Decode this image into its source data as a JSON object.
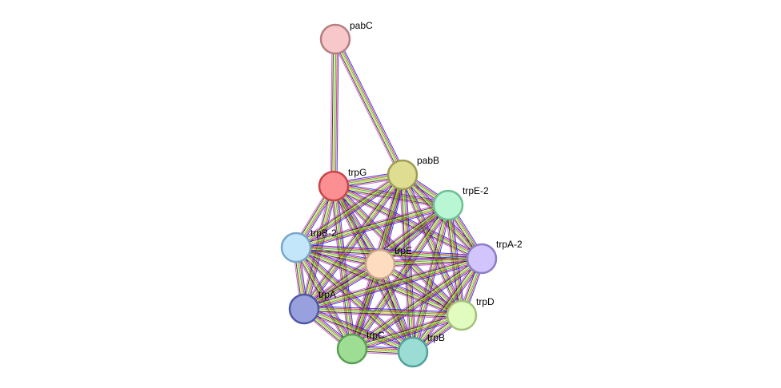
{
  "network": {
    "edge_colors": [
      "#1a1aff",
      "#e52020",
      "#22bb22",
      "#cccc22",
      "#222222",
      "#cc44cc"
    ],
    "nodes": [
      {
        "id": "pabC",
        "label": "pabC",
        "fill": "#f8c7c9",
        "stroke": "#b57f82"
      },
      {
        "id": "pabB",
        "label": "pabB",
        "fill": "#dedd91",
        "stroke": "#9e9d55"
      },
      {
        "id": "trpG",
        "label": "trpG",
        "fill": "#fb8f91",
        "stroke": "#c8454a"
      },
      {
        "id": "trpE-2",
        "label": "trpE-2",
        "fill": "#b9f6d4",
        "stroke": "#6bbf92"
      },
      {
        "id": "trpB-2",
        "label": "trpB-2",
        "fill": "#c3e6fb",
        "stroke": "#7aa6c7"
      },
      {
        "id": "trpE",
        "label": "trpE",
        "fill": "#fddcc0",
        "stroke": "#c9a487"
      },
      {
        "id": "trpA-2",
        "label": "trpA-2",
        "fill": "#d2c4fd",
        "stroke": "#8e7cc4"
      },
      {
        "id": "trpA",
        "label": "trpA",
        "fill": "#99a0de",
        "stroke": "#4f58a6"
      },
      {
        "id": "trpD",
        "label": "trpD",
        "fill": "#e2fcc0",
        "stroke": "#a2c37c"
      },
      {
        "id": "trpC",
        "label": "trpC",
        "fill": "#9ddd94",
        "stroke": "#5a9f52"
      },
      {
        "id": "trpB",
        "label": "trpB",
        "fill": "#9bdcd5",
        "stroke": "#4ea39a"
      }
    ],
    "edges": [
      [
        "pabC",
        "trpG"
      ],
      [
        "pabC",
        "pabB"
      ],
      [
        "trpG",
        "pabB"
      ],
      [
        "trpG",
        "trpE-2"
      ],
      [
        "trpG",
        "trpB-2"
      ],
      [
        "trpG",
        "trpE"
      ],
      [
        "trpG",
        "trpA-2"
      ],
      [
        "trpG",
        "trpA"
      ],
      [
        "trpG",
        "trpD"
      ],
      [
        "trpG",
        "trpC"
      ],
      [
        "trpG",
        "trpB"
      ],
      [
        "pabB",
        "trpE-2"
      ],
      [
        "pabB",
        "trpB-2"
      ],
      [
        "pabB",
        "trpE"
      ],
      [
        "pabB",
        "trpA-2"
      ],
      [
        "pabB",
        "trpA"
      ],
      [
        "pabB",
        "trpD"
      ],
      [
        "pabB",
        "trpC"
      ],
      [
        "pabB",
        "trpB"
      ],
      [
        "trpE-2",
        "trpB-2"
      ],
      [
        "trpE-2",
        "trpE"
      ],
      [
        "trpE-2",
        "trpA-2"
      ],
      [
        "trpE-2",
        "trpA"
      ],
      [
        "trpE-2",
        "trpD"
      ],
      [
        "trpE-2",
        "trpC"
      ],
      [
        "trpE-2",
        "trpB"
      ],
      [
        "trpB-2",
        "trpE"
      ],
      [
        "trpB-2",
        "trpA-2"
      ],
      [
        "trpB-2",
        "trpA"
      ],
      [
        "trpB-2",
        "trpD"
      ],
      [
        "trpB-2",
        "trpC"
      ],
      [
        "trpB-2",
        "trpB"
      ],
      [
        "trpE",
        "trpA-2"
      ],
      [
        "trpE",
        "trpA"
      ],
      [
        "trpE",
        "trpD"
      ],
      [
        "trpE",
        "trpC"
      ],
      [
        "trpE",
        "trpB"
      ],
      [
        "trpA-2",
        "trpA"
      ],
      [
        "trpA-2",
        "trpD"
      ],
      [
        "trpA-2",
        "trpC"
      ],
      [
        "trpA-2",
        "trpB"
      ],
      [
        "trpA",
        "trpD"
      ],
      [
        "trpA",
        "trpC"
      ],
      [
        "trpA",
        "trpB"
      ],
      [
        "trpD",
        "trpC"
      ],
      [
        "trpD",
        "trpB"
      ],
      [
        "trpC",
        "trpB"
      ]
    ]
  }
}
